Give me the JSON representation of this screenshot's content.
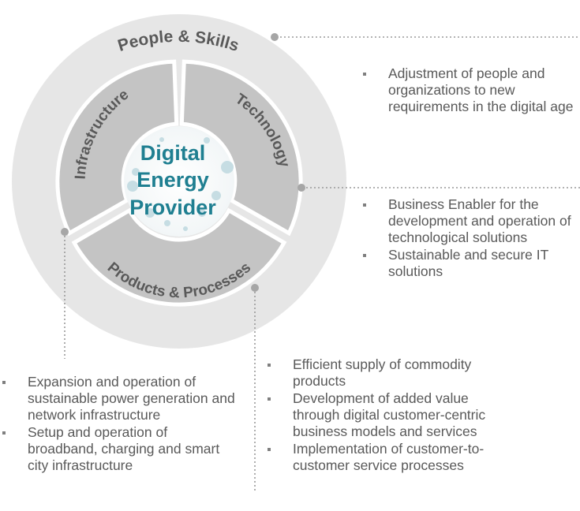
{
  "center": {
    "line1": "Digital",
    "line2": "Energy",
    "line3": "Provider"
  },
  "rings": {
    "outer_label": "People & Skills",
    "segments": [
      {
        "label": "Infrastructure"
      },
      {
        "label": "Technology"
      },
      {
        "label": "Products & Processes"
      }
    ]
  },
  "bullets": {
    "people": [
      "Adjustment of people and organizations to new requirements in the digital age"
    ],
    "technology": [
      "Business Enabler for the development and operation of technological solutions",
      "Sustainable and secure IT solutions"
    ],
    "infrastructure": [
      "Expansion and operation of sustainable power generation and network infrastructure",
      "Setup and operation of broadband, charging and smart city infrastructure"
    ],
    "products": [
      "Efficient supply of commodity products",
      "Development of added value through digital customer-centric business models and services",
      "Implementation of customer-to-customer service processes"
    ]
  },
  "colors": {
    "outer_ring": "#e6e6e6",
    "middle_ring": "#c4c4c4",
    "center_text": "#1f7f91",
    "label_text": "#595959",
    "connector": "#9a9a9a"
  }
}
